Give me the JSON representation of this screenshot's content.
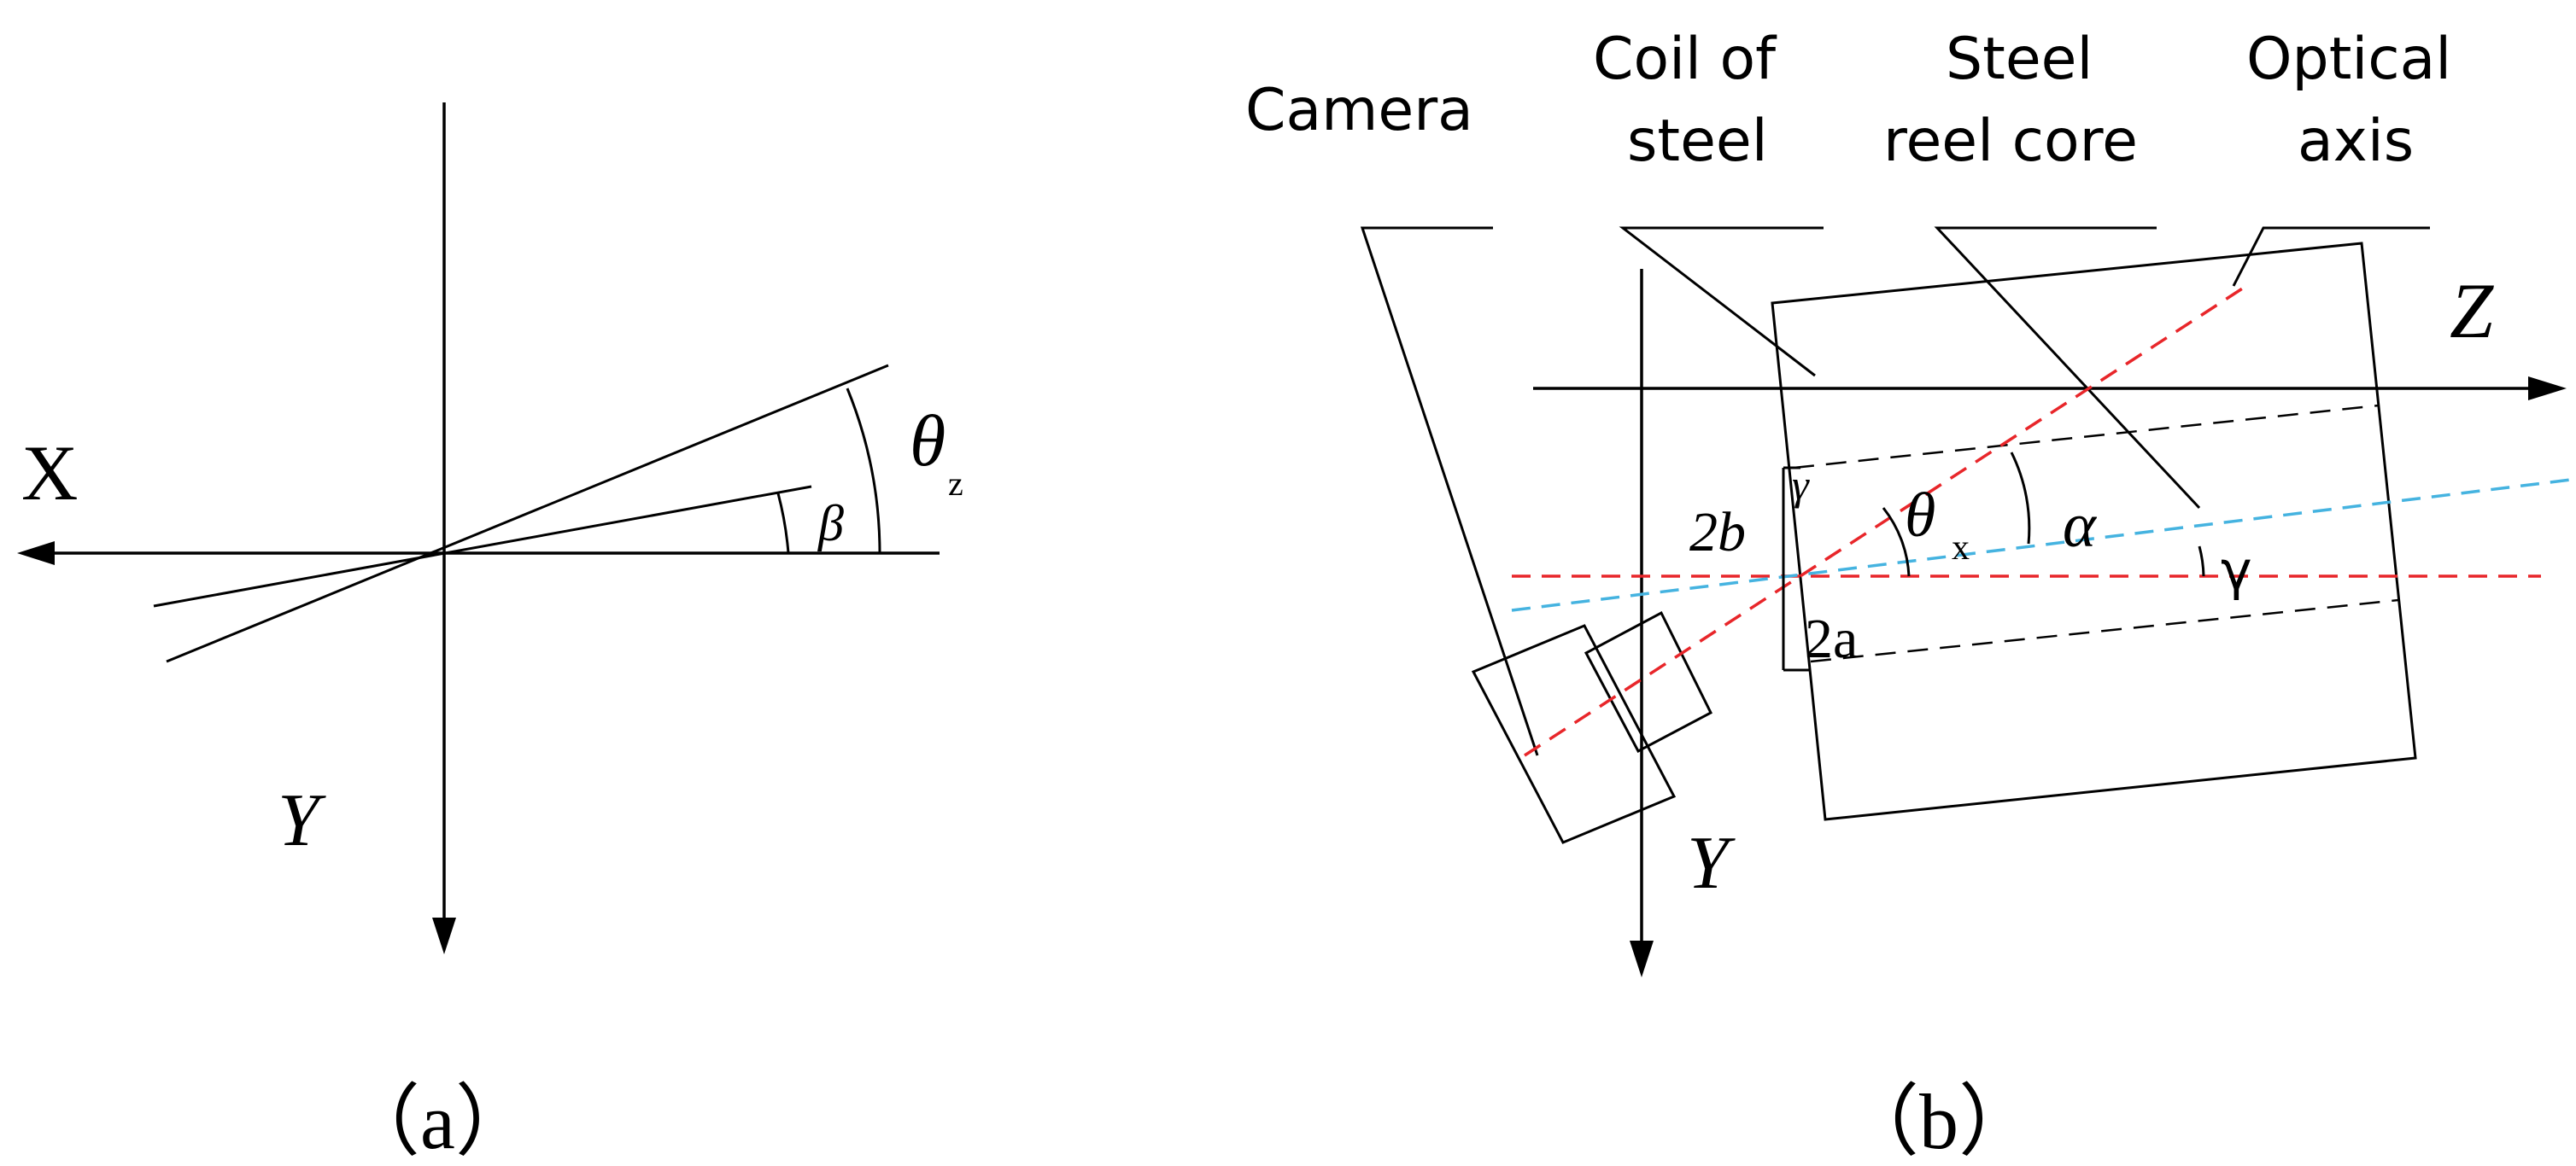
{
  "panel_a": {
    "axis_x": "X",
    "axis_y": "Y",
    "angle_theta": "θ",
    "angle_theta_sub": "z",
    "angle_beta": "β",
    "caption": "（a）"
  },
  "panel_b": {
    "labels": {
      "camera": "Camera",
      "coil_line1": "Coil of",
      "coil_line2": "steel",
      "core_line1": "Steel",
      "core_line2": "reel core",
      "optical_line1": "Optical",
      "optical_line2": "axis"
    },
    "axis_z": "Z",
    "axis_y": "Y",
    "angle_theta": "θ",
    "angle_theta_sub": "x",
    "angle_alpha": "α",
    "angle_gamma": "γ",
    "dim_2b": "2b",
    "dim_2a": "2a",
    "caption": "（b）"
  },
  "colors": {
    "optical_axis": "#e8262a",
    "red_reference": "#e8262a",
    "cyan_line": "#45b3e0",
    "dashed_core": "#000000"
  }
}
